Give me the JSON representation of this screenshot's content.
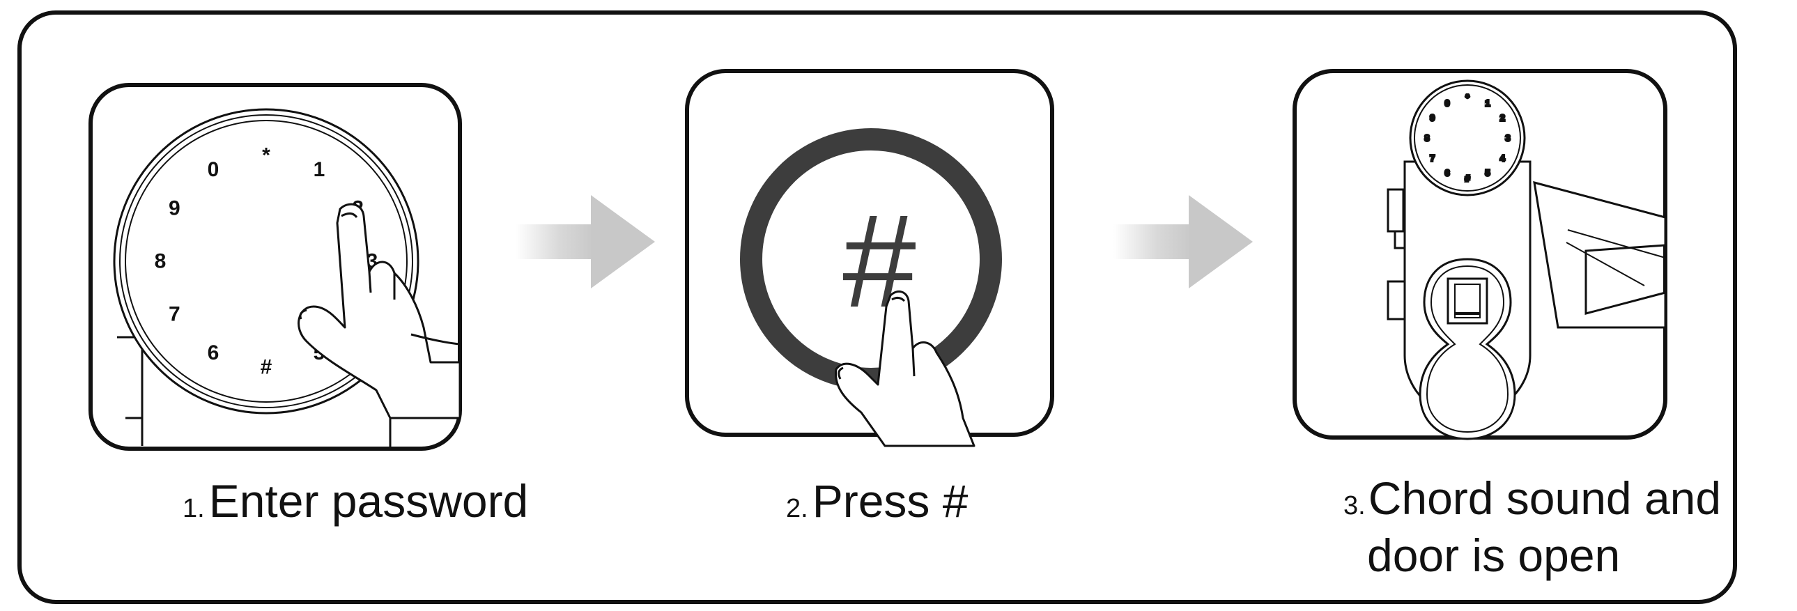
{
  "colors": {
    "outline": "#111111",
    "ring": "#3d3d3d",
    "arrow": "#cfcfcf",
    "background": "#ffffff"
  },
  "steps": [
    {
      "number": "1.",
      "label_line1": "Enter password",
      "label_line2": ""
    },
    {
      "number": "2.",
      "label_line1": "Press #",
      "label_line2": ""
    },
    {
      "number": "3.",
      "label_line1": "Chord sound and",
      "label_line2": "door is open"
    }
  ],
  "keypad": {
    "keys": [
      "0",
      "*",
      "1",
      "2",
      "3",
      "4",
      "5",
      "#",
      "6",
      "7",
      "8",
      "9"
    ]
  },
  "press_key": "#",
  "icons": [
    "hand-pointer-icon",
    "arrow-right-icon",
    "door-lock-icon",
    "fingerprint-sensor-icon"
  ]
}
